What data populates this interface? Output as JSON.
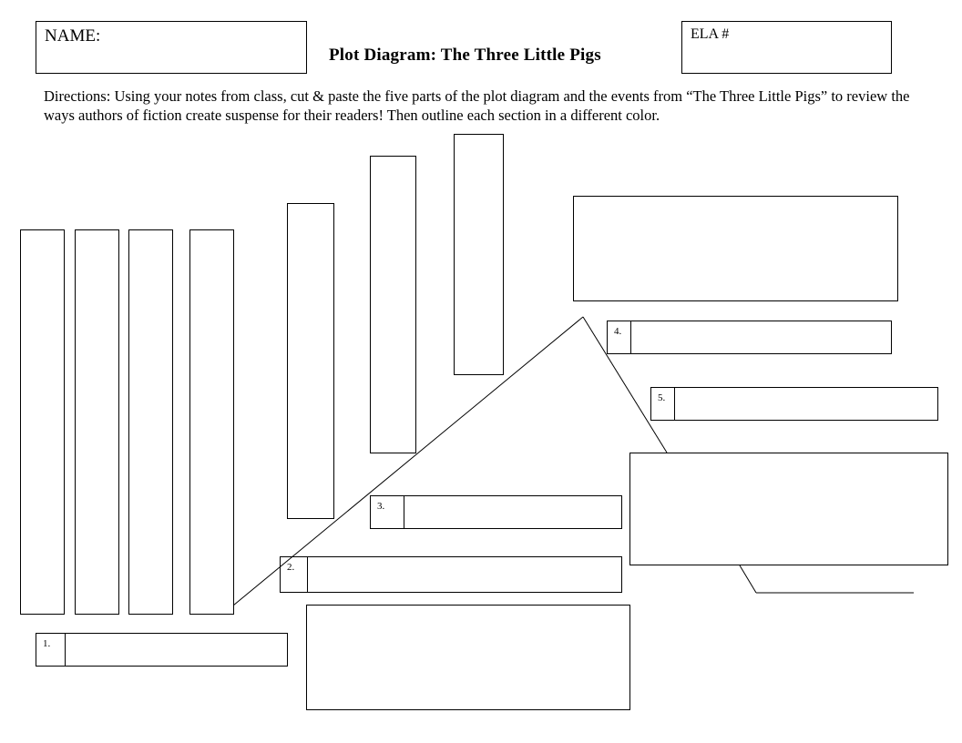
{
  "header": {
    "name_label": "NAME:",
    "title": "Plot Diagram:  The Three Little Pigs",
    "ela_label": "ELA #"
  },
  "directions": "Directions:   Using your notes from class, cut & paste the five parts of the plot diagram and the events from “The Three Little Pigs” to review the ways authors of fiction create suspense for their readers!  Then outline each section in a different color.",
  "sections": [
    {
      "number": "1."
    },
    {
      "number": "2."
    },
    {
      "number": "3."
    },
    {
      "number": "4."
    },
    {
      "number": "5."
    }
  ]
}
